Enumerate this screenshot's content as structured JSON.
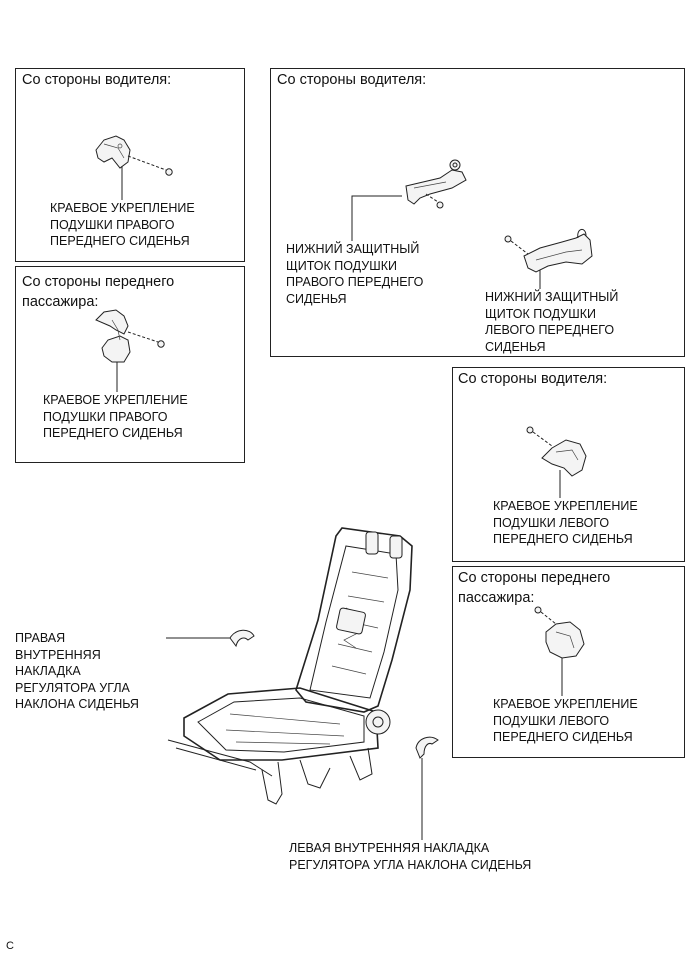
{
  "panels": {
    "driver_right_edge": {
      "title": "Со стороны водителя:",
      "caption": "КРАЕВОЕ УКРЕПЛЕНИЕ\nПОДУШКИ ПРАВОГО\nПЕРЕДНЕГО СИДЕНЬЯ"
    },
    "passenger_right_edge": {
      "title": "Со стороны переднего\nпассажира:",
      "caption": "КРАЕВОЕ УКРЕПЛЕНИЕ\nПОДУШКИ ПРАВОГО\nПЕРЕДНЕГО СИДЕНЬЯ"
    },
    "driver_shields": {
      "title": "Со стороны водителя:",
      "caption_right": "НИЖНИЙ ЗАЩИТНЫЙ\nЩИТОК ПОДУШКИ\nПРАВОГО ПЕРЕДНЕГО\nСИДЕНЬЯ",
      "caption_left": "НИЖНИЙ ЗАЩИТНЫЙ\nЩИТОК ПОДУШКИ\nЛЕВОГО ПЕРЕДНЕГО\nСИДЕНЬЯ"
    },
    "driver_left_edge": {
      "title": "Со стороны водителя:",
      "caption": "КРАЕВОЕ УКРЕПЛЕНИЕ\nПОДУШКИ ЛЕВОГО\nПЕРЕДНЕГО СИДЕНЬЯ"
    },
    "passenger_left_edge": {
      "title": "Со стороны переднего\nпассажира:",
      "caption": "КРАЕВОЕ УКРЕПЛЕНИЕ\nПОДУШКИ ЛЕВОГО\nПЕРЕДНЕГО СИДЕНЬЯ"
    }
  },
  "main": {
    "right_cover_label": "ПРАВАЯ\nВНУТРЕННЯЯ\nНАКЛАДКА\nРЕГУЛЯТОРА УГЛА\nНАКЛОНА СИДЕНЬЯ",
    "left_cover_label": "ЛЕВАЯ ВНУТРЕННЯЯ НАКЛАДКА\nРЕГУЛЯТОРА УГЛА НАКЛОНА СИДЕНЬЯ"
  },
  "figure_code": "C"
}
